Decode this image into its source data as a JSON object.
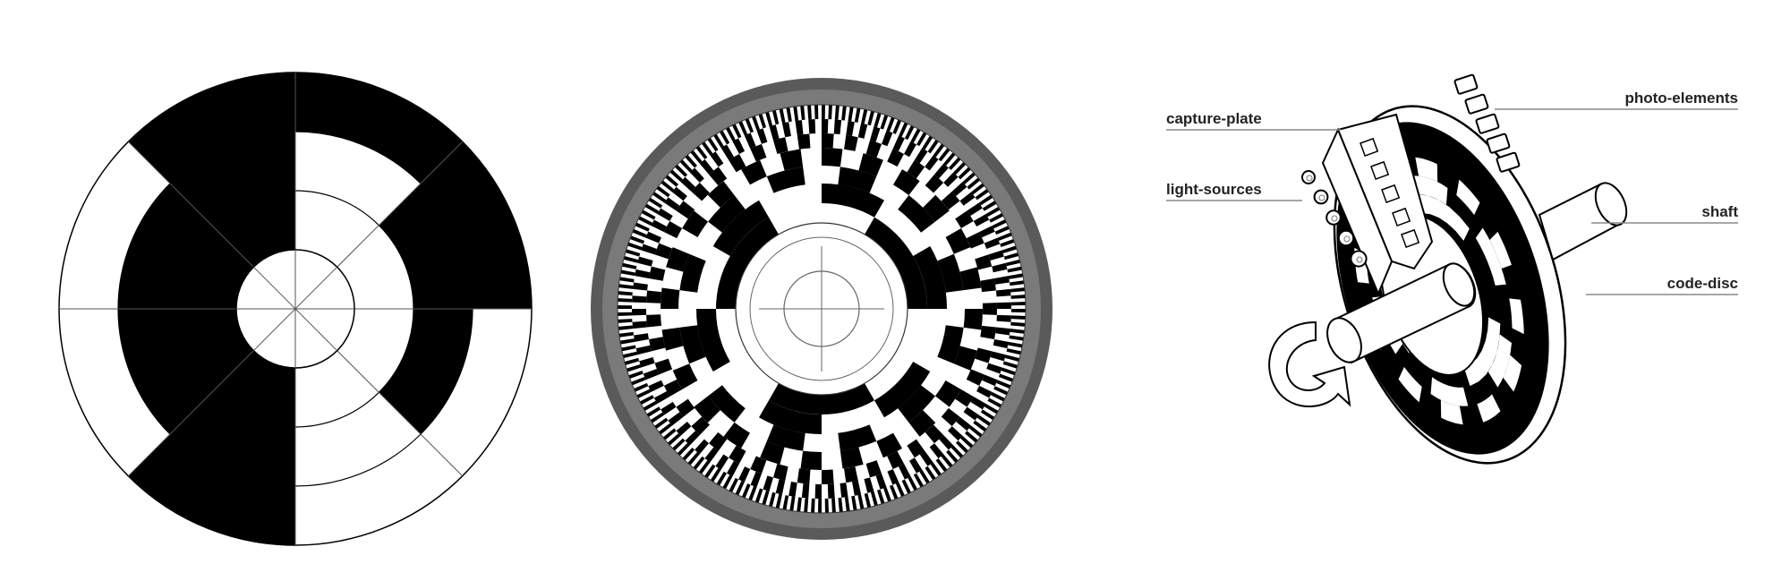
{
  "diagram": {
    "labels": {
      "capture_plate": "capture-plate",
      "light_sources": "light-sources",
      "photo_elements": "photo-elements",
      "shaft": "shaft",
      "code_disc": "code-disc"
    },
    "colors": {
      "ink": "#000000",
      "paper": "#ffffff",
      "label_text": "#222222",
      "leader_line": "#888888",
      "rim_dark": "#5a5a5a",
      "rim_mid": "#7a7a7a"
    }
  }
}
